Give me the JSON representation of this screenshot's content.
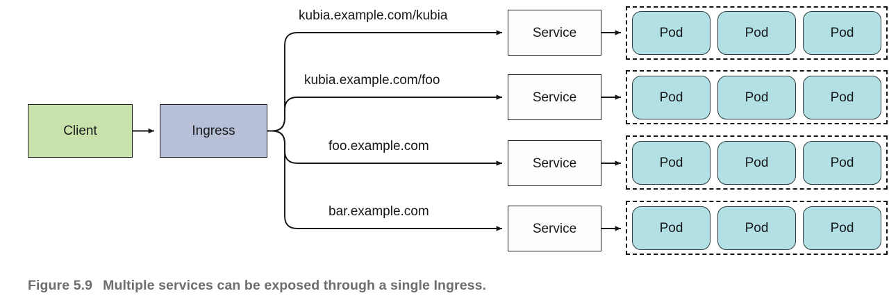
{
  "figure": {
    "caption_number": "Figure 5.9",
    "caption_text": "Multiple services can be exposed through a single Ingress."
  },
  "nodes": {
    "client": {
      "label": "Client",
      "color": "#c9e2ab"
    },
    "ingress": {
      "label": "Ingress",
      "color": "#b8c0d8"
    }
  },
  "colors": {
    "client_fill": "#c9e2ab",
    "ingress_fill": "#b8c0d8",
    "pod_fill": "#b2e0e4",
    "service_fill": "#ffffff",
    "stroke": "#16181a",
    "caption_gray": "#6d6d6d"
  },
  "routes": [
    {
      "label": "kubia.example.com/kubia",
      "service": "Service",
      "pods": [
        "Pod",
        "Pod",
        "Pod"
      ]
    },
    {
      "label": "kubia.example.com/foo",
      "service": "Service",
      "pods": [
        "Pod",
        "Pod",
        "Pod"
      ]
    },
    {
      "label": "foo.example.com",
      "service": "Service",
      "pods": [
        "Pod",
        "Pod",
        "Pod"
      ]
    },
    {
      "label": "bar.example.com",
      "service": "Service",
      "pods": [
        "Pod",
        "Pod",
        "Pod"
      ]
    }
  ]
}
